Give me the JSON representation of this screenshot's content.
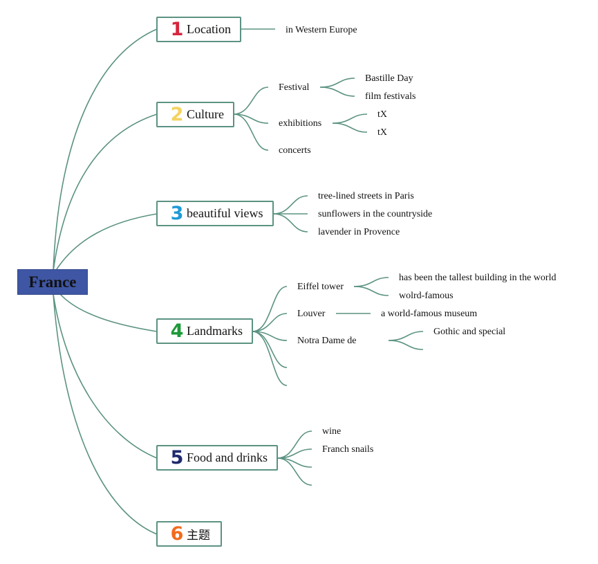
{
  "root": {
    "label": "France"
  },
  "colors": {
    "line": "#5b9282",
    "root_fill": "#3f56a4",
    "n1": "#d7263d",
    "n2": "#f4d35e",
    "n3": "#1e9bd7",
    "n4": "#1c9a3a",
    "n5": "#1f2a6e",
    "n6": "#f26b1d"
  },
  "topics": [
    {
      "number": "1",
      "label": "Location",
      "children": [
        {
          "label": "in Western Europe"
        }
      ]
    },
    {
      "number": "2",
      "label": "Culture",
      "children": [
        {
          "label": "Festival",
          "children": [
            {
              "label": "Bastille Day"
            },
            {
              "label": "film festivals"
            }
          ]
        },
        {
          "label": "exhibitions",
          "children": [
            {
              "label": "tX"
            },
            {
              "label": "tX"
            }
          ]
        },
        {
          "label": "concerts"
        }
      ]
    },
    {
      "number": "3",
      "label": "beautiful views",
      "children": [
        {
          "label": "tree-lined streets in Paris"
        },
        {
          "label": "sunflowers in the countryside"
        },
        {
          "label": "lavender in Provence"
        }
      ]
    },
    {
      "number": "4",
      "label": "Landmarks",
      "children": [
        {
          "label": "Eiffel tower",
          "children": [
            {
              "label": "has been the tallest building in the world"
            },
            {
              "label": "wolrd-famous"
            }
          ]
        },
        {
          "label": "Louver",
          "children": [
            {
              "label": "a world-famous museum"
            }
          ]
        },
        {
          "label": "Notra Dame de",
          "children": [
            {
              "label": "Gothic and special"
            },
            {
              "label": ""
            }
          ]
        },
        {
          "label": ""
        },
        {
          "label": ""
        }
      ]
    },
    {
      "number": "5",
      "label": "Food and drinks",
      "children": [
        {
          "label": "wine"
        },
        {
          "label": "Franch snails"
        },
        {
          "label": ""
        },
        {
          "label": ""
        }
      ]
    },
    {
      "number": "6",
      "label": "主题",
      "children": []
    }
  ]
}
